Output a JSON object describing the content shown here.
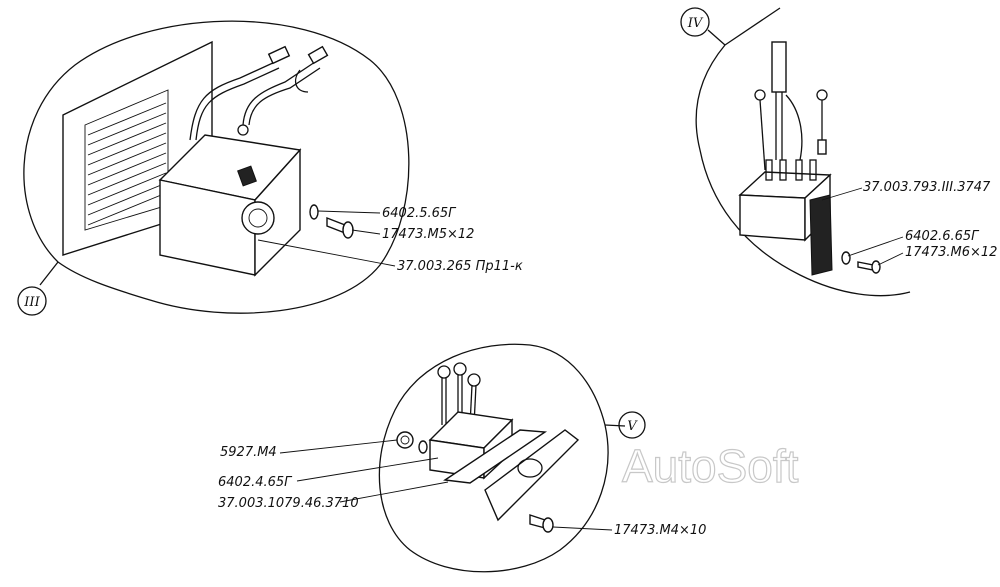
{
  "views": [
    {
      "id": "III",
      "label": "III"
    },
    {
      "id": "IV",
      "label": "IV"
    },
    {
      "id": "V",
      "label": "V"
    }
  ],
  "callouts_III": {
    "washer": "6402.5.65Г",
    "screw": "17473.М5×12",
    "rectifier": "37.003.265 Пр11-к"
  },
  "callouts_IV": {
    "rectifier": "37.003.793.III.3747",
    "washer": "6402.6.65Г",
    "screw": "17473.М6×12"
  },
  "callouts_V": {
    "nut": "5927.М4",
    "washer": "6402.4.65Г",
    "rectifier": "37.003.1079.46.3710",
    "screw": "17473.М4×10"
  },
  "watermark": "AutoSoft"
}
